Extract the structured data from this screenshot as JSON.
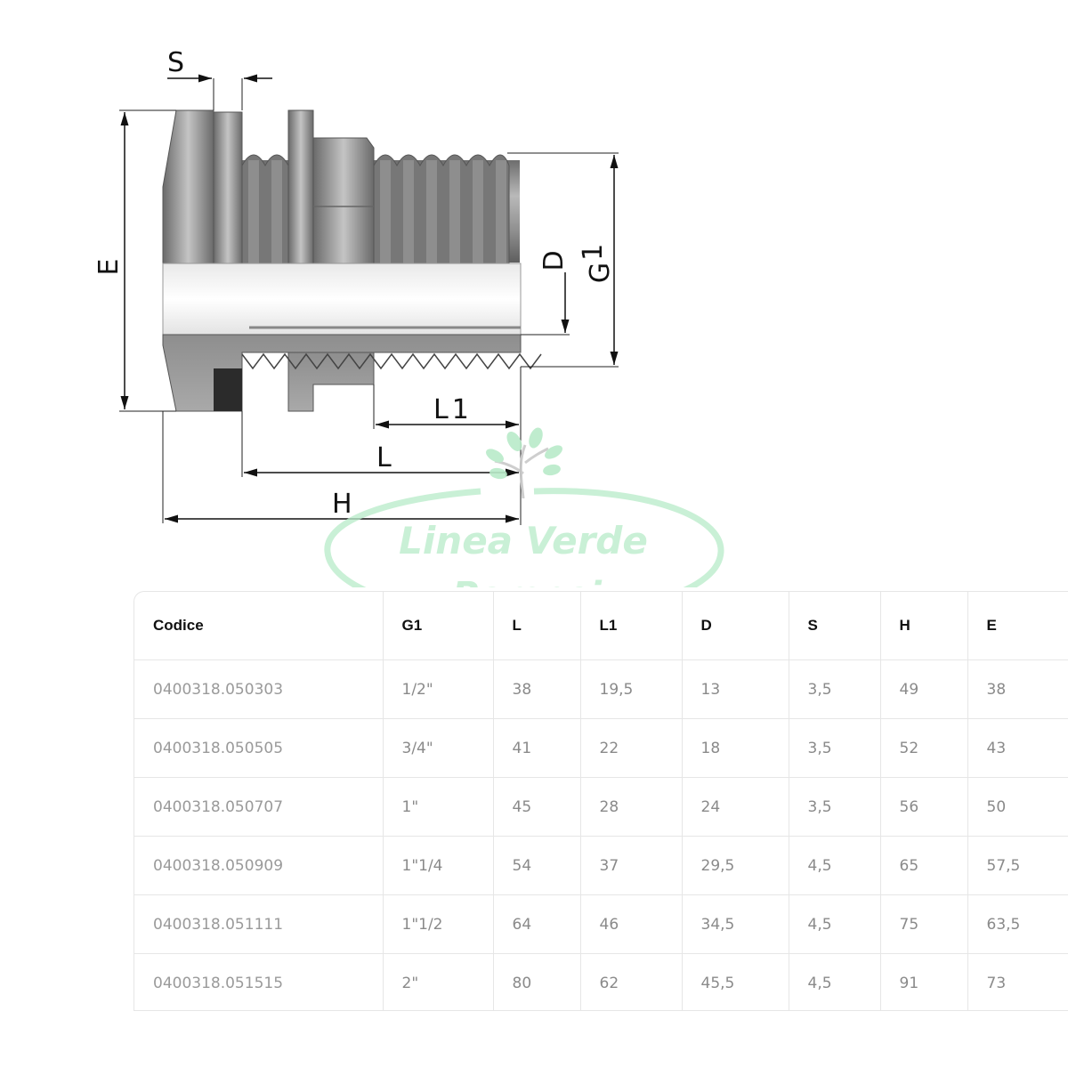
{
  "diagram": {
    "labels": {
      "s": "S",
      "e": "E",
      "d": "D",
      "g_main": "G",
      "g_sub": "1",
      "l1_main": "L",
      "l1_sub": "1",
      "l": "L",
      "h": "H"
    },
    "watermark": {
      "line1": "Linea Verde",
      "line2": "Pompei",
      "color": "#b9ebc9"
    }
  },
  "table": {
    "headers": [
      "Codice",
      "G1",
      "L",
      "L1",
      "D",
      "S",
      "H",
      "E"
    ],
    "rows": [
      [
        "0400318.050303",
        "1/2\"",
        "38",
        "19,5",
        "13",
        "3,5",
        "49",
        "38"
      ],
      [
        "0400318.050505",
        "3/4\"",
        "41",
        "22",
        "18",
        "3,5",
        "52",
        "43"
      ],
      [
        "0400318.050707",
        "1\"",
        "45",
        "28",
        "24",
        "3,5",
        "56",
        "50"
      ],
      [
        "0400318.050909",
        "1\"1/4",
        "54",
        "37",
        "29,5",
        "4,5",
        "65",
        "57,5"
      ],
      [
        "0400318.051111",
        "1\"1/2",
        "64",
        "46",
        "34,5",
        "4,5",
        "75",
        "63,5"
      ],
      [
        "0400318.051515",
        "2\"",
        "80",
        "62",
        "45,5",
        "4,5",
        "91",
        "73"
      ]
    ]
  }
}
